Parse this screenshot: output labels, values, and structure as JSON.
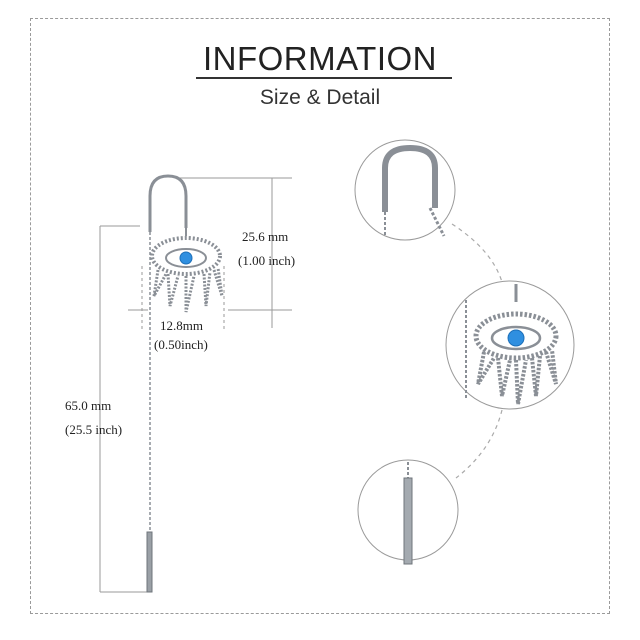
{
  "header": {
    "title": "INFORMATION",
    "subtitle": "Size & Detail"
  },
  "dimensions": {
    "height_mm": "25.6 mm",
    "height_in": "(1.00 inch)",
    "width_mm": "12.8mm",
    "width_in": "(0.50inch)",
    "length_mm": "65.0 mm",
    "length_in": "(25.5 inch)"
  },
  "colors": {
    "metal": "#8a8f96",
    "gem": "#2f8fe0",
    "guide": "#9a9a9a"
  }
}
